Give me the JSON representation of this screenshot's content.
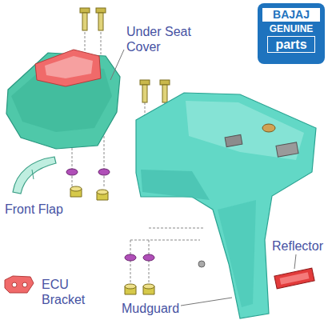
{
  "diagram": {
    "nodes": [
      {
        "text": [
          "BAJAJ",
          "GENUINE",
          "parts"
        ]
      }
    ],
    "labels": [
      "Under Seat Cover",
      "Front Flap",
      "ECU Bracket",
      "Mudguard",
      "Reflector"
    ]
  }
}
